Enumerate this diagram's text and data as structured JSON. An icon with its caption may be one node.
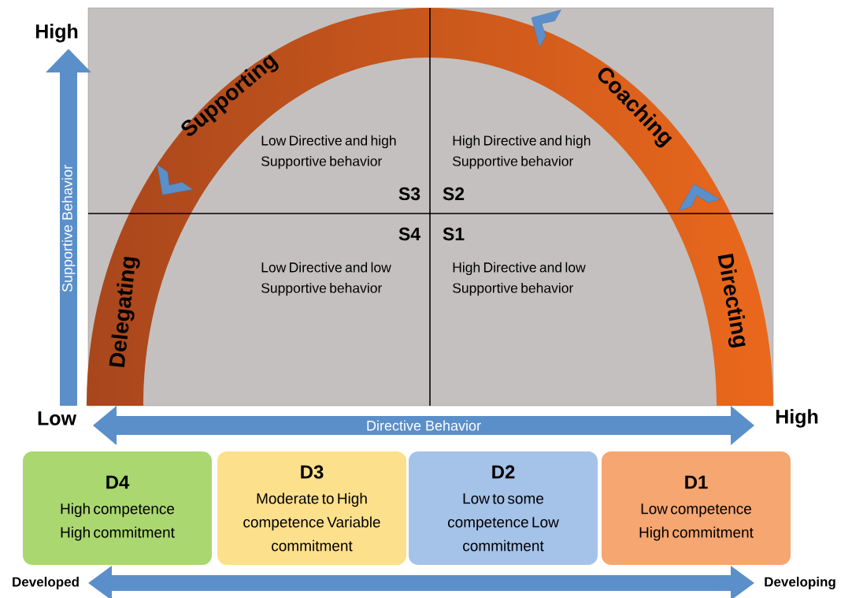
{
  "diagram": {
    "nodes": [
      {
        "text": [
          "D4",
          "High competence High commitment"
        ]
      },
      {
        "text": [
          "D3",
          "Moderate to High competence Variable commitment"
        ]
      },
      {
        "text": [
          "D2",
          "Low to some competence Low commitment"
        ]
      },
      {
        "text": [
          "D1",
          "Low competence High commitment"
        ]
      }
    ],
    "labels": [
      "High",
      "Supporting",
      "Coaching",
      "Supportive Behavior",
      "Low Directive and high Supportive behavior",
      "High Directive and high Supportive behavior",
      "S3",
      "S2",
      "S4",
      "S1",
      "Delegating",
      "Low Directive and low Supportive behavior",
      "High Directive and low Supportive behavior",
      "Directing",
      "Low",
      "Directive Behavior",
      "High",
      "Developed",
      "Developing"
    ]
  }
}
